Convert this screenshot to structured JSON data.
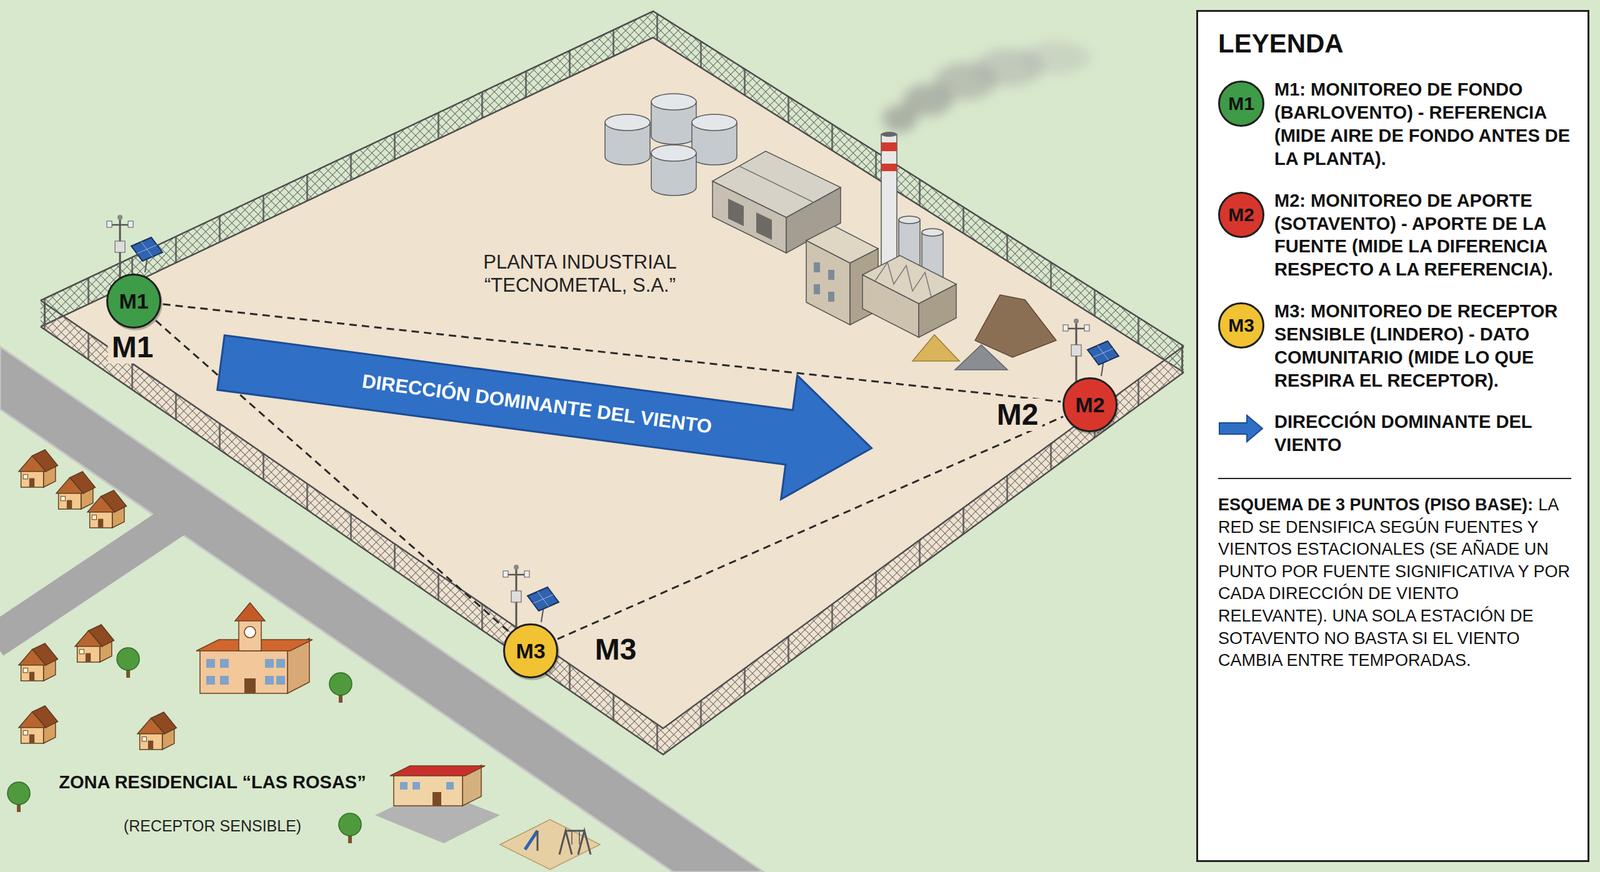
{
  "diagram": {
    "nodes": [
      {
        "text": [
          "M1"
        ]
      },
      {
        "text": [
          "DIRECCIÓN DOMINANTE DEL VIENTO"
        ]
      },
      {
        "text": [
          "M2"
        ]
      },
      {
        "text": [
          "M3"
        ]
      }
    ],
    "edges": [
      {
        "from": 0,
        "to": 2,
        "arrow": "none"
      },
      {
        "from": 0,
        "to": 3,
        "arrow": "none"
      },
      {
        "from": 3,
        "to": 2,
        "arrow": "none"
      }
    ],
    "labels": [
      "PLANTA INDUSTRIAL “TECNOMETAL, S.A.”",
      "M1",
      "M2",
      "M3",
      "ZONA RESIDENCIAL “LAS ROSAS”",
      "(RECEPTOR SENSIBLE)",
      "LEYENDA",
      "M1",
      "M2",
      "M3",
      "ESQUEMA DE 3 PUNTOS (PISO BASE):",
      "LA RED SE DENSIFICA SEGÚN FUENTES Y VIENTOS ESTACIONALES (SE AÑADE UN PUNTO POR FUENTE SIGNIFICATIVA Y POR CADA DIRECCIÓN DE VIENTO RELEVANTE). UNA SOLA ESTACIÓN DE SOTAVENTO NO BASTA SI EL VIENTO CAMBIA ENTRE TEMPORADAS."
    ],
    "legend": [
      {
        "text": "M1: MONITOREO DE FONDO (BARLOVENTO) - REFERENCIA (MIDE AIRE DE FONDO ANTES DE LA PLANTA).",
        "color": "#3e9b47"
      },
      {
        "text": "M2: MONITOREO DE APORTE (SOTAVENTO) - APORTE DE LA FUENTE (MIDE LA DIFERENCIA RESPECTO A LA REFERENCIA).",
        "color": "#d8362c"
      },
      {
        "text": "M3: MONITOREO DE RECEPTOR SENSIBLE (LINDERO) - DATO COMUNITARIO (MIDE LO QUE RESPIRA EL RECEPTOR).",
        "color": "#f1c232"
      },
      {
        "text": "DIRECCIÓN DOMINANTE DEL VIENTO"
      }
    ]
  }
}
